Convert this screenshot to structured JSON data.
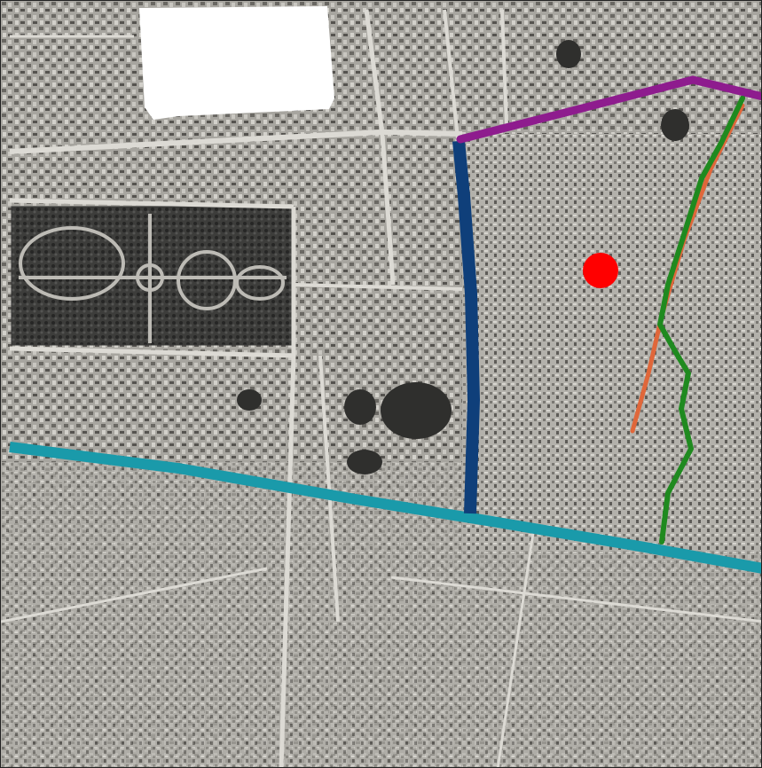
{
  "map": {
    "style": "aerial-photograph-grayscale",
    "features": {
      "water_basin": {
        "color": "#ffffff"
      },
      "park": {
        "color": "#3a3a3a"
      }
    },
    "overlays": [
      {
        "name": "magenta-route",
        "color": "#8e1c8e"
      },
      {
        "name": "blue-route",
        "color": "#0f3f7a"
      },
      {
        "name": "cyan-route",
        "color": "#1a9aaa"
      },
      {
        "name": "green-route",
        "color": "#1f8a1f"
      },
      {
        "name": "orange-route",
        "color": "#e0673a"
      }
    ],
    "marker": {
      "name": "location-marker",
      "color": "#ff0000"
    }
  }
}
